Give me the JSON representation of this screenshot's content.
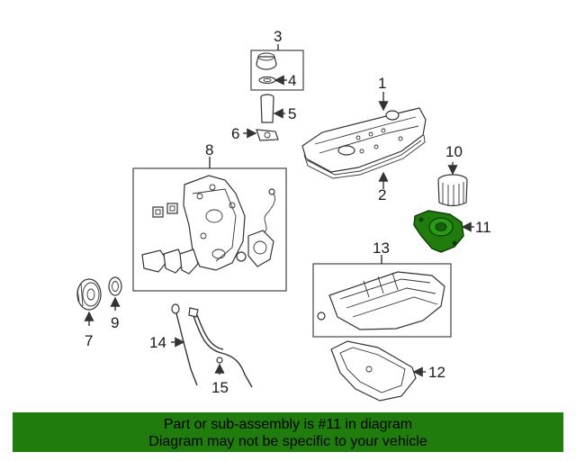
{
  "callouts": {
    "n1": "1",
    "n2": "2",
    "n3": "3",
    "n4": "4",
    "n5": "5",
    "n6": "6",
    "n7": "7",
    "n8": "8",
    "n9": "9",
    "n10": "10",
    "n11": "11",
    "n12": "12",
    "n13": "13",
    "n14": "14",
    "n15": "15"
  },
  "highlight_color": "#1f7c0d",
  "banner": {
    "line1": "Part or sub-assembly is #11 in diagram",
    "line2": "Diagram may not be specific to your vehicle"
  }
}
